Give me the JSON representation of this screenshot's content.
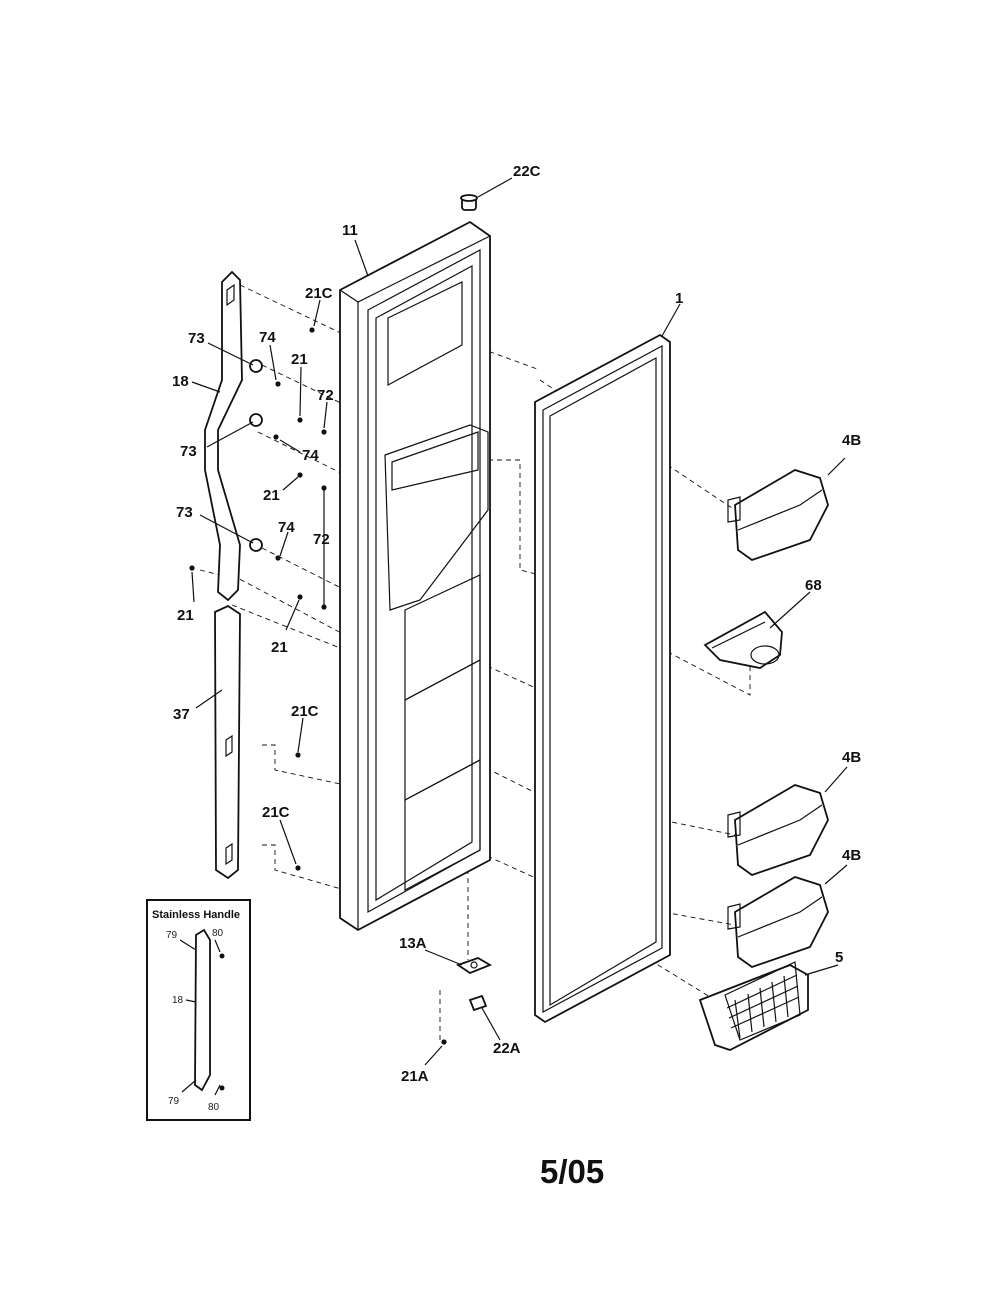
{
  "callouts": {
    "c22C_top": "22C",
    "c11": "11",
    "c21C_top": "21C",
    "c1": "1",
    "c73_a": "73",
    "c74_a": "74",
    "c21_a": "21",
    "c18": "18",
    "c72_a": "72",
    "c73_b": "73",
    "c74_b": "74",
    "c21_b": "21",
    "c4B_a": "4B",
    "c73_c": "73",
    "c74_c": "74",
    "c72_b": "72",
    "c21_c": "21",
    "c21_d": "21",
    "c68": "68",
    "c37": "37",
    "c21C_mid": "21C",
    "c4B_b": "4B",
    "c21C_low": "21C",
    "c4B_c": "4B",
    "c13A": "13A",
    "c5": "5",
    "c22A": "22A",
    "c21A": "21A"
  },
  "inset": {
    "title": "Stainless Handle",
    "c79_top": "79",
    "c80_top": "80",
    "c18": "18",
    "c79_bottom": "79",
    "c80_bottom": "80"
  },
  "footer_code": "5/05"
}
